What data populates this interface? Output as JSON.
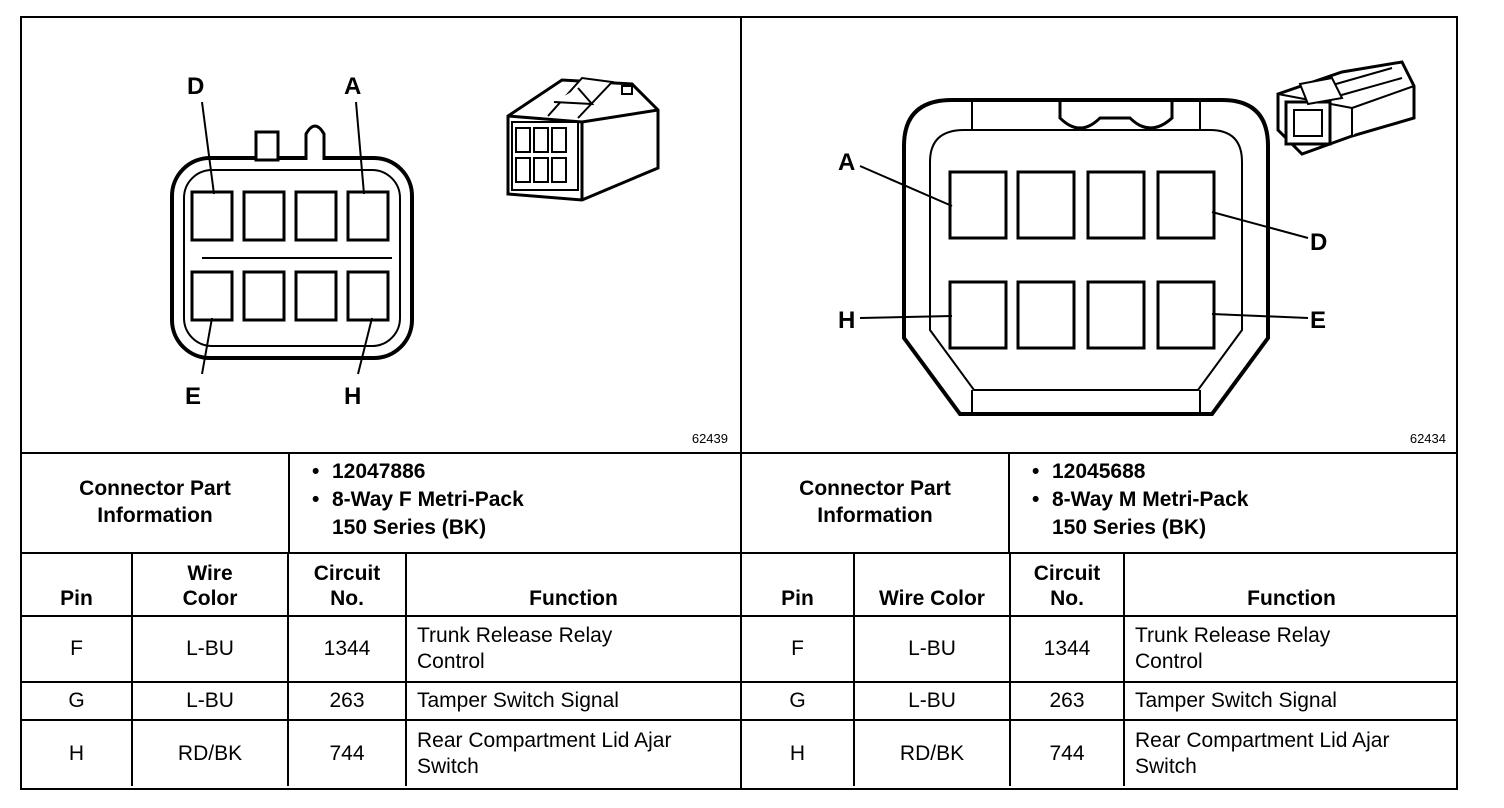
{
  "left": {
    "pin_labels": {
      "D": "D",
      "A": "A",
      "E": "E",
      "H": "H"
    },
    "ref_number": "62439",
    "info_label": [
      "Connector Part",
      "Information"
    ],
    "info_items": [
      [
        "12047886"
      ],
      [
        "8-Way F Metri-Pack",
        "150 Series (BK)"
      ]
    ],
    "headers": {
      "pin": "Pin",
      "wire": [
        "Wire",
        "Color"
      ],
      "circuit": [
        "Circuit",
        "No."
      ],
      "function": "Function"
    },
    "rows": [
      {
        "pin": "F",
        "wire": "L-BU",
        "circuit": "1344",
        "function": [
          "Trunk Release Relay",
          "Control"
        ]
      },
      {
        "pin": "G",
        "wire": "L-BU",
        "circuit": "263",
        "function": [
          "Tamper Switch Signal"
        ]
      },
      {
        "pin": "H",
        "wire": "RD/BK",
        "circuit": "744",
        "function": [
          "Rear Compartment Lid Ajar",
          "Switch"
        ]
      }
    ]
  },
  "right": {
    "pin_labels": {
      "A": "A",
      "D": "D",
      "H": "H",
      "E": "E"
    },
    "ref_number": "62434",
    "info_label": [
      "Connector Part",
      "Information"
    ],
    "info_items": [
      [
        "12045688"
      ],
      [
        "8-Way M Metri-Pack",
        "150 Series (BK)"
      ]
    ],
    "headers": {
      "pin": "Pin",
      "wire": [
        "Wire Color"
      ],
      "circuit": [
        "Circuit",
        "No."
      ],
      "function": "Function"
    },
    "rows": [
      {
        "pin": "F",
        "wire": "L-BU",
        "circuit": "1344",
        "function": [
          "Trunk Release Relay",
          "Control"
        ]
      },
      {
        "pin": "G",
        "wire": "L-BU",
        "circuit": "263",
        "function": [
          "Tamper Switch Signal"
        ]
      },
      {
        "pin": "H",
        "wire": "RD/BK",
        "circuit": "744",
        "function": [
          "Rear Compartment Lid Ajar",
          "Switch"
        ]
      }
    ]
  }
}
